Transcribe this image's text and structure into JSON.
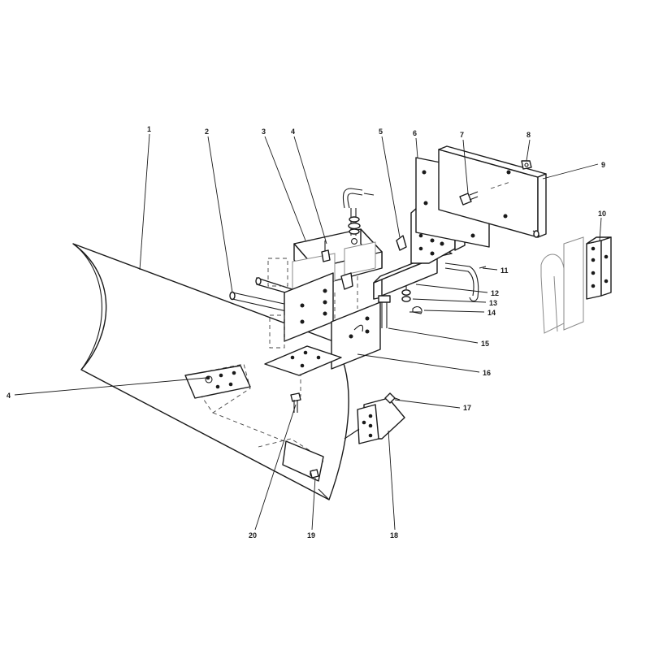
{
  "callouts": [
    {
      "id": "1",
      "label": "1"
    },
    {
      "id": "2",
      "label": "2"
    },
    {
      "id": "3",
      "label": "3"
    },
    {
      "id": "4a",
      "label": "4"
    },
    {
      "id": "4b",
      "label": "4"
    },
    {
      "id": "5",
      "label": "5"
    },
    {
      "id": "6",
      "label": "6"
    },
    {
      "id": "7",
      "label": "7"
    },
    {
      "id": "8",
      "label": "8"
    },
    {
      "id": "9",
      "label": "9"
    },
    {
      "id": "10",
      "label": "10"
    },
    {
      "id": "11",
      "label": "11"
    },
    {
      "id": "12",
      "label": "12"
    },
    {
      "id": "13",
      "label": "13"
    },
    {
      "id": "14",
      "label": "14"
    },
    {
      "id": "15",
      "label": "15"
    },
    {
      "id": "16",
      "label": "16"
    },
    {
      "id": "17",
      "label": "17"
    },
    {
      "id": "18",
      "label": "18"
    },
    {
      "id": "19",
      "label": "19"
    },
    {
      "id": "20",
      "label": "20"
    }
  ]
}
